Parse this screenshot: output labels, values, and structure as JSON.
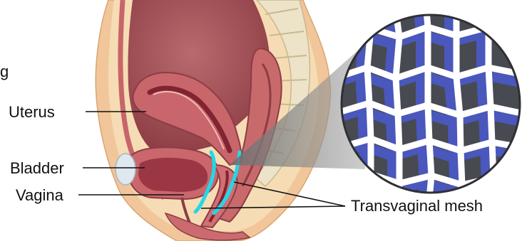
{
  "labels": {
    "cut_off": "g",
    "uterus": "Uterus",
    "bladder": "Bladder",
    "vagina": "Vagina",
    "mesh": "Transvaginal mesh"
  },
  "colors": {
    "skin": "#f0c69a",
    "tissue": "#b5545a",
    "tissue_dark": "#7f2430",
    "mesh_highlight": "#22d8e8",
    "mesh_fiber": "#ffffff",
    "mesh_shadow": "#4b5ad8",
    "mesh_background": "#3d3f45"
  }
}
